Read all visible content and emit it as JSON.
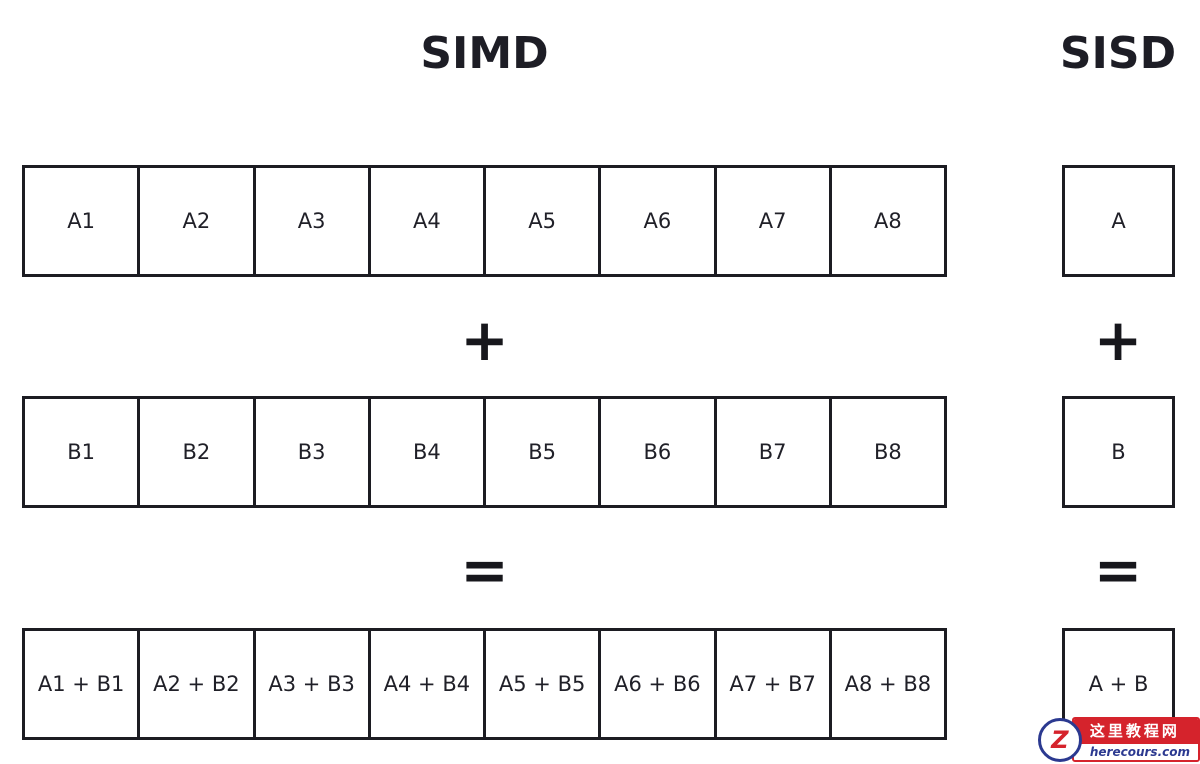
{
  "titles": {
    "simd": "SIMD",
    "sisd": "SISD"
  },
  "operators": {
    "plus": "+",
    "equals": "="
  },
  "simd": {
    "row_a": [
      "A1",
      "A2",
      "A3",
      "A4",
      "A5",
      "A6",
      "A7",
      "A8"
    ],
    "row_b": [
      "B1",
      "B2",
      "B3",
      "B4",
      "B5",
      "B6",
      "B7",
      "B8"
    ],
    "row_result": [
      "A1 + B1",
      "A2 + B2",
      "A3 + B3",
      "A4 + B4",
      "A5 + B5",
      "A6 + B6",
      "A7 + B7",
      "A8 + B8"
    ]
  },
  "sisd": {
    "a": "A",
    "b": "B",
    "result": "A + B"
  },
  "watermark": {
    "logo_letter": "Z",
    "title": "这里教程网",
    "domain": "herecours.com",
    "colors": {
      "red": "#d5232c",
      "blue": "#2b3990"
    }
  }
}
